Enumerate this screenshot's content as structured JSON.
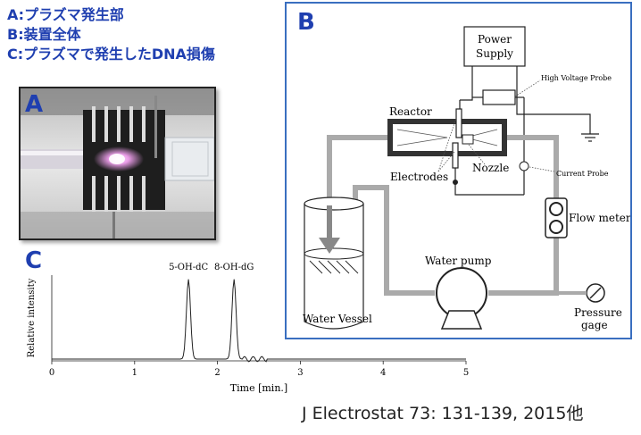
{
  "legend": {
    "a": "A:プラズマ発生部",
    "b": "B:装置全体",
    "c": "C:プラズマで発生したDNA損傷"
  },
  "panels": {
    "a": "A",
    "b": "B",
    "c": "C"
  },
  "diagram": {
    "power_supply": [
      "Power",
      "Supply"
    ],
    "high_voltage_probe": "High Voltage Probe",
    "reactor": "Reactor",
    "nozzle": "Nozzle",
    "electrodes": "Electrodes",
    "current_probe": "Current Probe",
    "flow_meter": "Flow meter",
    "water_pump": "Water pump",
    "water_vessel": "Water Vessel",
    "pressure_gage": [
      "Pressure",
      "gage"
    ]
  },
  "chart_data": {
    "type": "line",
    "title": "",
    "xlabel": "Time [min.]",
    "ylabel": "Relative intensity",
    "xlim": [
      0,
      5
    ],
    "x_ticks": [
      "0",
      "1",
      "2",
      "3",
      "4",
      "5"
    ],
    "peaks": [
      {
        "label": "5-OH-dC",
        "time": 1.65,
        "height": 0.95
      },
      {
        "label": "8-OH-dG",
        "time": 2.2,
        "height": 0.95
      }
    ]
  },
  "citation": "J Electrostat 73: 131-139, 2015他",
  "colors": {
    "accent": "#1f3fb0",
    "frame_b": "#3a6fc0",
    "pipe": "#aaaaaa"
  }
}
